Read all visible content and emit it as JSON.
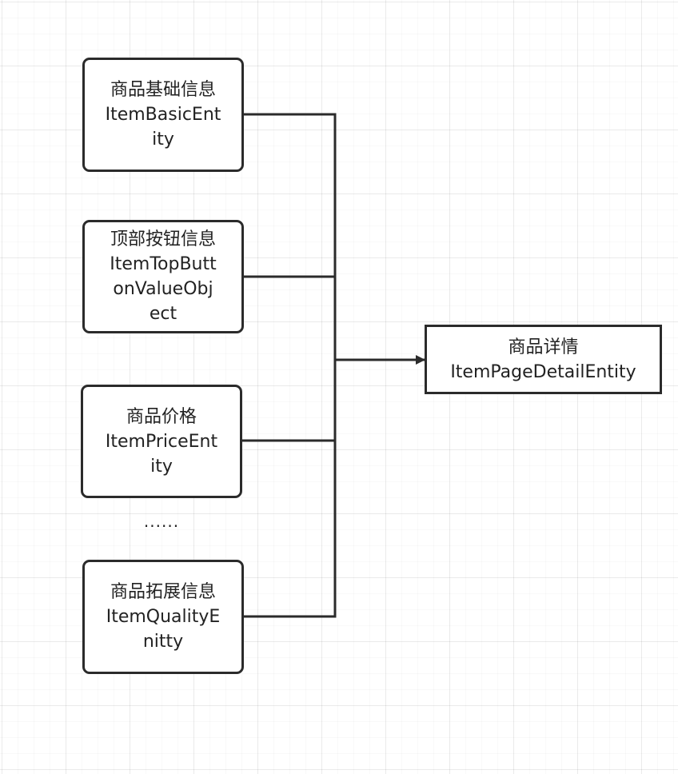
{
  "sources": [
    {
      "zh": "商品基础信息",
      "en_lines": [
        "ItemBasicEnt",
        "ity"
      ]
    },
    {
      "zh": "顶部按钮信息",
      "en_lines": [
        "ItemTopButt",
        "onValueObj",
        "ect"
      ]
    },
    {
      "zh": "商品价格",
      "en_lines": [
        "ItemPriceEnt",
        "ity"
      ]
    },
    {
      "zh": "商品拓展信息",
      "en_lines": [
        "ItemQualityE",
        "nitty"
      ]
    }
  ],
  "ellipsis": "......",
  "target": {
    "zh": "商品详情",
    "en": "ItemPageDetailEntity"
  },
  "colors": {
    "stroke": "#2b2b2b",
    "text": "#222222",
    "background": "#ffffff"
  }
}
